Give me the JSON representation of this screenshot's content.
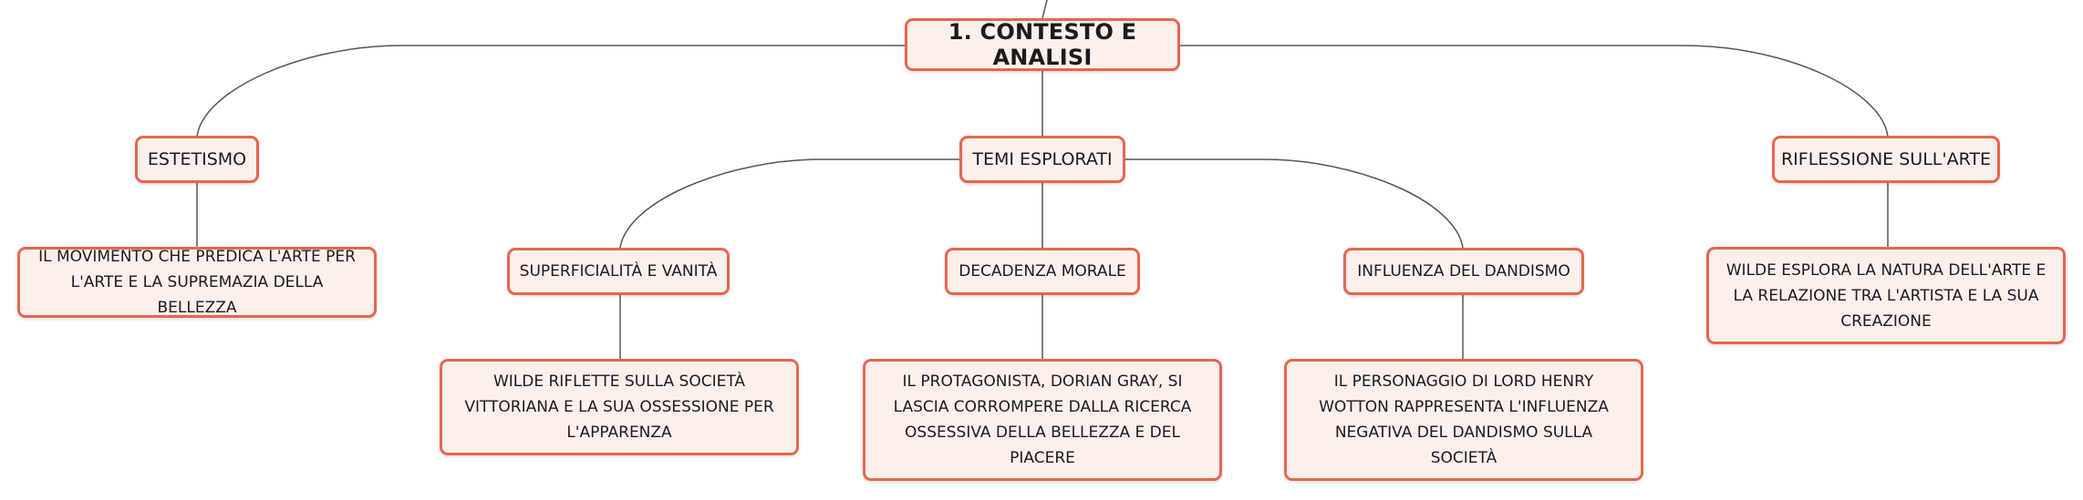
{
  "root": {
    "label": "1. CONTESTO E ANALISI"
  },
  "branches": [
    {
      "label": "ESTETISMO",
      "detail": "IL MOVIMENTO CHE PREDICA L'ARTE PER L'ARTE E LA SUPREMAZIA DELLA BELLEZZA"
    },
    {
      "label": "TEMI ESPLORATI",
      "children": [
        {
          "label": "SUPERFICIALITÀ E VANITÀ",
          "detail": "WILDE RIFLETTE SULLA SOCIETÀ VITTORIANA E LA SUA OSSESSIONE PER L'APPARENZA"
        },
        {
          "label": "DECADENZA MORALE",
          "detail": "IL PROTAGONISTA, DORIAN GRAY, SI LASCIA CORROMPERE DALLA RICERCA OSSESSIVA DELLA BELLEZZA E DEL PIACERE"
        },
        {
          "label": "INFLUENZA DEL DANDISMO",
          "detail": "IL PERSONAGGIO DI LORD HENRY WOTTON RAPPRESENTA L'INFLUENZA NEGATIVA DEL DANDISMO SULLA SOCIETÀ"
        }
      ]
    },
    {
      "label": "RIFLESSIONE SULL'ARTE",
      "detail": "WILDE ESPLORA LA NATURA DELL'ARTE E LA RELAZIONE TRA L'ARTISTA E LA SUA CREAZIONE"
    }
  ],
  "colors": {
    "node_border": "#e8654f",
    "node_fill": "#fdf0ec",
    "connector": "#555555",
    "text": "#1b1b1b"
  }
}
